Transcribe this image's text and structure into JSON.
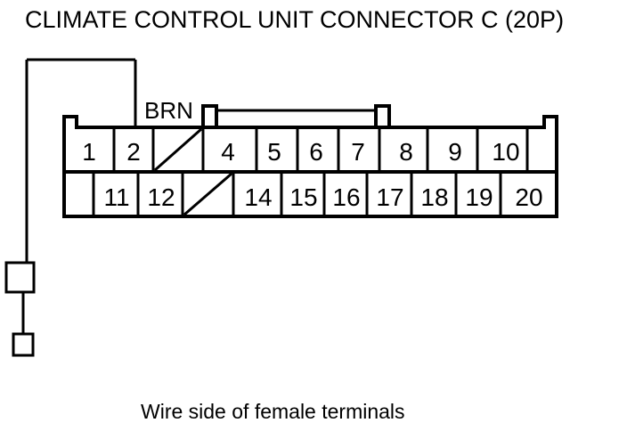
{
  "diagram": {
    "title": "CLIMATE CONTROL UNIT CONNECTOR C (20P)",
    "caption": "Wire side of female terminals",
    "wire_label": "BRN",
    "connector": {
      "pin_count": "20",
      "top_row": [
        {
          "label": "1",
          "blank": false
        },
        {
          "label": "2",
          "blank": false
        },
        {
          "label": "",
          "blank": true
        },
        {
          "label": "4",
          "blank": false
        },
        {
          "label": "5",
          "blank": false
        },
        {
          "label": "6",
          "blank": false
        },
        {
          "label": "7",
          "blank": false
        },
        {
          "label": "8",
          "blank": false
        },
        {
          "label": "9",
          "blank": false
        },
        {
          "label": "10",
          "blank": false
        }
      ],
      "bottom_row": [
        {
          "label": "11",
          "blank": false
        },
        {
          "label": "12",
          "blank": false
        },
        {
          "label": "",
          "blank": true
        },
        {
          "label": "14",
          "blank": false
        },
        {
          "label": "15",
          "blank": false
        },
        {
          "label": "16",
          "blank": false
        },
        {
          "label": "17",
          "blank": false
        },
        {
          "label": "18",
          "blank": false
        },
        {
          "label": "19",
          "blank": false
        },
        {
          "label": "20",
          "blank": false
        }
      ]
    },
    "pin_numbers": {
      "p1": "1",
      "p2": "2",
      "p4": "4",
      "p5": "5",
      "p6": "6",
      "p7": "7",
      "p8": "8",
      "p9": "9",
      "p10": "10",
      "p11": "11",
      "p12": "12",
      "p14": "14",
      "p15": "15",
      "p16": "16",
      "p17": "17",
      "p18": "18",
      "p19": "19",
      "p20": "20"
    },
    "colors": {
      "line": "#000000",
      "background": "#ffffff",
      "text": "#000000"
    }
  }
}
